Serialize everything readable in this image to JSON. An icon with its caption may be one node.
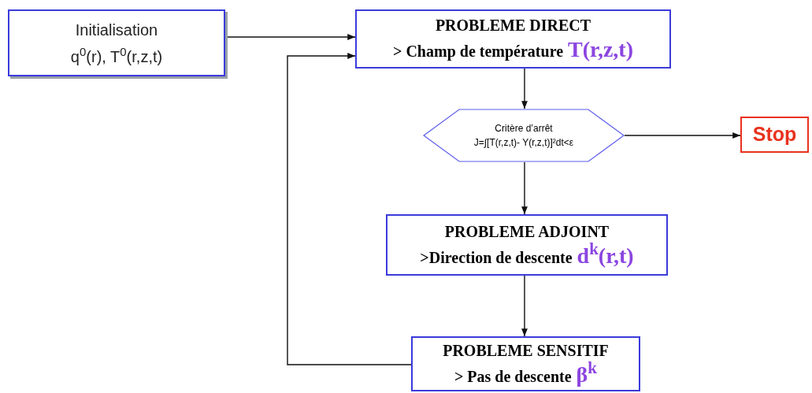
{
  "diagram": {
    "nodes": [
      {
        "text": [
          "Initialisation",
          "q$^{0}$(r), T$^{0}$(r,z,t)"
        ]
      },
      {
        "text": [
          "PROBLEME DIRECT",
          "> Champ de température",
          "T(r,z,t)"
        ]
      },
      {
        "text": [
          "Critère d’arrêt",
          "J=∫[T(r,z,t)- Y(r,z,t)]²dt<ε"
        ]
      },
      {
        "text": [
          "Stop"
        ]
      },
      {
        "text": [
          "PROBLEME ADJOINT",
          ">Direction de descente",
          "d$^{k}$(r,t)"
        ]
      },
      {
        "text": [
          "PROBLEME SENSITIF",
          "> Pas de descente",
          "β$^{k}$"
        ]
      }
    ],
    "edges": [
      {
        "from": 0,
        "to": 1,
        "arrow": "to"
      },
      {
        "from": 5,
        "to": 1,
        "arrow": "to"
      },
      {
        "from": 1,
        "to": 2,
        "arrow": "to"
      },
      {
        "from": 2,
        "to": 3,
        "arrow": "to"
      },
      {
        "from": 2,
        "to": 4,
        "arrow": "to"
      },
      {
        "from": 4,
        "to": 5,
        "arrow": "to"
      }
    ]
  }
}
